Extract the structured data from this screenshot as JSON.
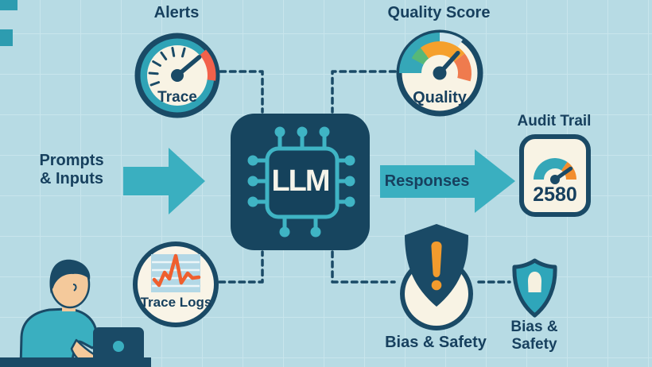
{
  "diagram": {
    "title_theme": "LLM observability pipeline",
    "center_node": {
      "label": "LLM"
    },
    "input_flow": {
      "line1": "Prompts",
      "line2": "& Inputs"
    },
    "output_flow": {
      "label": "Responses"
    },
    "alerts_node": {
      "title": "Alerts",
      "gauge_label": "Trace"
    },
    "quality_node": {
      "title": "Quality Score",
      "gauge_label": "Quality"
    },
    "audit_node": {
      "title": "Audit Trail",
      "value": "2580"
    },
    "trace_logs_node": {
      "label": "Trace Logs"
    },
    "bias_large_node": {
      "label": "Bias & Safety"
    },
    "bias_small_node": {
      "line1": "Bias &",
      "line2": "Safety"
    }
  },
  "palette": {
    "background": "#b7dbe4",
    "grid_line": "#c8e5ec",
    "navy": "#1a4a66",
    "text_navy": "#17405e",
    "teal": "#3aafc0",
    "cream": "#f8f3e4",
    "orange": "#f5a02c",
    "salmon": "#ef7b4e",
    "alert_red": "#f2614b",
    "exclamation_orange": "#f39b2d",
    "chart_panel_blue": "#b3d8e6",
    "chart_line_orange": "#ef5f2e",
    "skin": "#f4c99b"
  }
}
